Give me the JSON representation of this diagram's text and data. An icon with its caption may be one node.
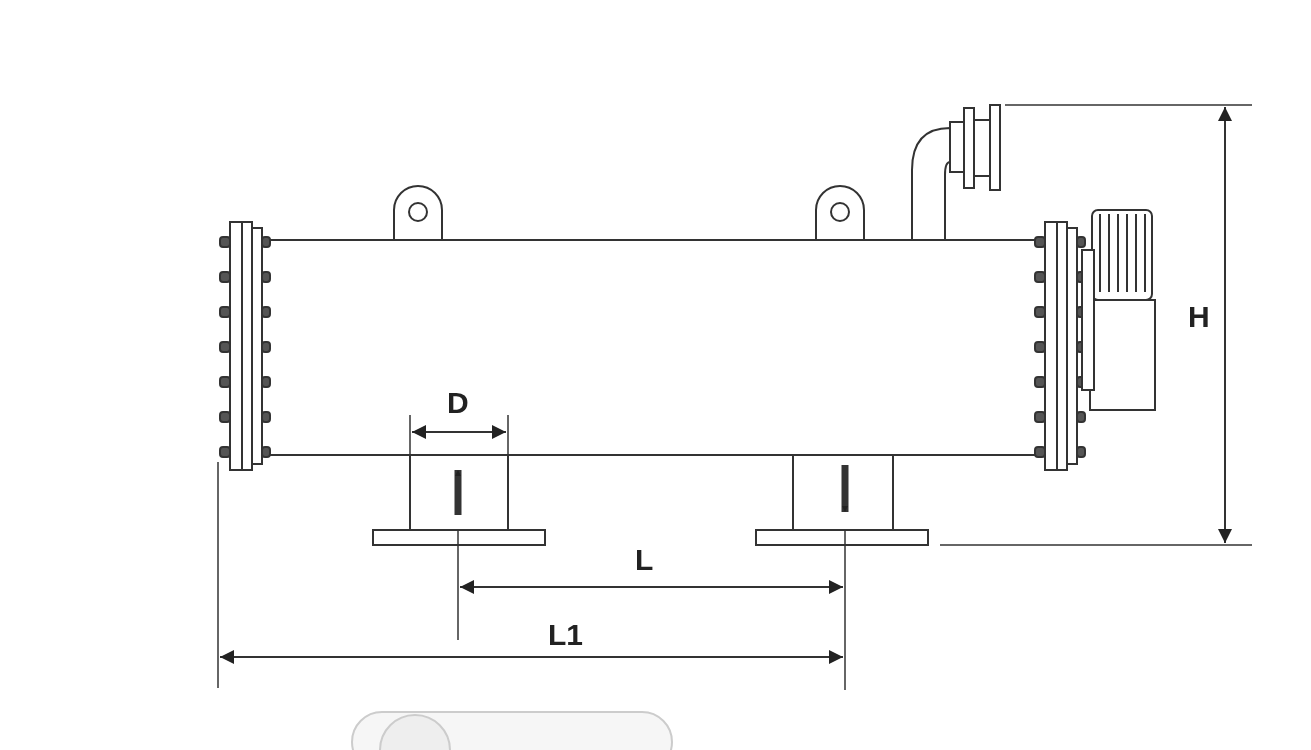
{
  "diagram": {
    "labels": [
      "D",
      "L",
      "L1",
      "H"
    ]
  }
}
